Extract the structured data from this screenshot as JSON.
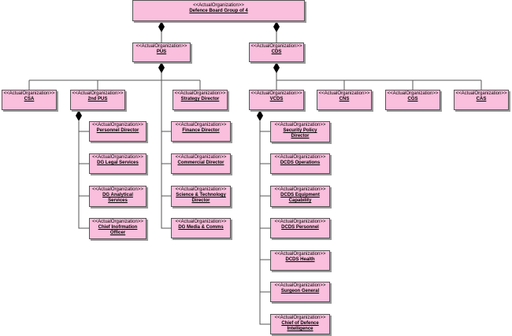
{
  "stereotype": "<<ActualOrganization>>",
  "colors": {
    "fill": "#f9bfdc",
    "border": "#555555",
    "line": "#555555",
    "diamond": "#000000"
  },
  "nodes": {
    "root": "Defence Board Group of 4",
    "pus": "PUS",
    "cds": "CDS",
    "csa": "CSA",
    "second_pus": "2nd PUS",
    "strategy_director": "Strategy Director",
    "vcds": "VCDS",
    "cns": "CNS",
    "cgs": "CGS",
    "cas": "CAS",
    "personnel_director": "Personnel Director",
    "dg_legal_services": "DG Legal Services",
    "dg_analytical_services": "DG Analytical Services",
    "chief_information_officer": "Chief Inofrmation Officer",
    "finance_director": "Finance Director",
    "commercial_director": "Commercial Director",
    "science_technology_director": "Science & Technology Director",
    "dg_media_comms": "DG Media & Comms",
    "security_policy_director": "Security Policy Director",
    "dcds_operations": "DCDS Operations",
    "dcds_equipment_capability": "DCDS Equipment Capability",
    "dcds_personnel": "DCDS Personnel",
    "dcds_health": "DCDS Health",
    "surgeon_general": "Surgeon General",
    "chief_of_defence_intelligence": "Chief of Defence Intelligence"
  }
}
